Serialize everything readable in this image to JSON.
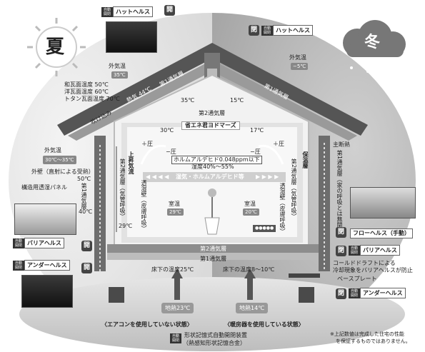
{
  "season": {
    "summer": "夏",
    "winter": "冬"
  },
  "badge_auto": [
    "自動",
    "開閉"
  ],
  "top_left_hat": {
    "label": "ハットヘルス",
    "open": "開"
  },
  "top_right_hat": {
    "label": "ハットヘルス",
    "close": "閉"
  },
  "left_outside": {
    "outer_air_label": "外気温",
    "outer_air_val": "35℃",
    "roof_temps": [
      "和瓦面温度 50℃",
      "洋瓦面温度 60℃",
      "トタン瓦面温度 70℃"
    ],
    "heat": "熱気 44℃",
    "vent1": "第1通気層",
    "blown": "吹け込み",
    "outer2_label": "外気温",
    "outer2_val": "30℃〜35℃",
    "wall_sun": "外壁（直射による受熱）",
    "wall_sun_val": "50℃",
    "panel": "構造用透湿パネル",
    "vent1_wall": "第1通気層",
    "vent1_wall_val": "40℃",
    "barrier": "バリアヘルス",
    "barrier_open": "開",
    "under": "アンダーヘルス",
    "under_open": "開"
  },
  "right_outside": {
    "outer_air_label": "外気温",
    "outer_air_val": "−5℃",
    "vent1": "第1通気層",
    "main_pillar": "主断熱",
    "vent1_wall": "第1通気層（家の呼吸とは無関係）",
    "flow": "フローヘルス（手動）",
    "flow_close": "閉",
    "barrier": "バリアヘルス",
    "barrier_close": "閉",
    "cold_note": [
      "コールドドラフトによる",
      "冷却現象をバリアヘルスが防止"
    ],
    "baseplate": "ベースプレート",
    "under": "アンダーヘルス",
    "under_close": "閉"
  },
  "interior": {
    "attic_l": "35℃",
    "attic_r": "15℃",
    "vent2_top": "第2通気層",
    "brand": "省エネ君ヨドマーズ",
    "ceil_l": "30℃",
    "ceil_r": "17℃",
    "pos_l": "＋圧",
    "neg_l": "−圧",
    "neg_r": "−圧",
    "pos_r": "＋圧",
    "formal1": "ホルムアルデヒド0.048ppm以下",
    "formal2": "湿度40%〜55%",
    "flow": "湿気・ホルムアルデヒド等",
    "rise": "上昇気流",
    "vent2_left": "第2通気層（気管呼吸）",
    "wall_left": "透湿壁（皮膚呼吸）",
    "insul": "保温層",
    "vent2_right": "第2通気層（気管呼吸）",
    "wall_right": "透湿壁（皮膚呼吸）",
    "room_label": "室温",
    "room_l": "29℃",
    "room_r": "20℃",
    "wall29": "29℃",
    "floor_vent2": "第2通気層",
    "floor_vent1": "第1通気層",
    "floor_l": "床下の温度25℃",
    "floor_r": "床下の温度8〜10℃",
    "ground_l": "地熱23℃",
    "ground_r": "地熱14℃"
  },
  "captions": {
    "left": "〈エアコンを使用していない状態〉",
    "right": "〈暖房器を使用している状態〉",
    "device1": "形状記憶式自動開閉装置",
    "device2": "（熱感知形状記憶合金）",
    "note1": "※上記数値は完成した住宅の性能",
    "note2": "を保証するものではありません。"
  },
  "colors": {
    "hot": "#e8e8e8",
    "cold": "#cfcfcf",
    "dark": "#333333"
  }
}
